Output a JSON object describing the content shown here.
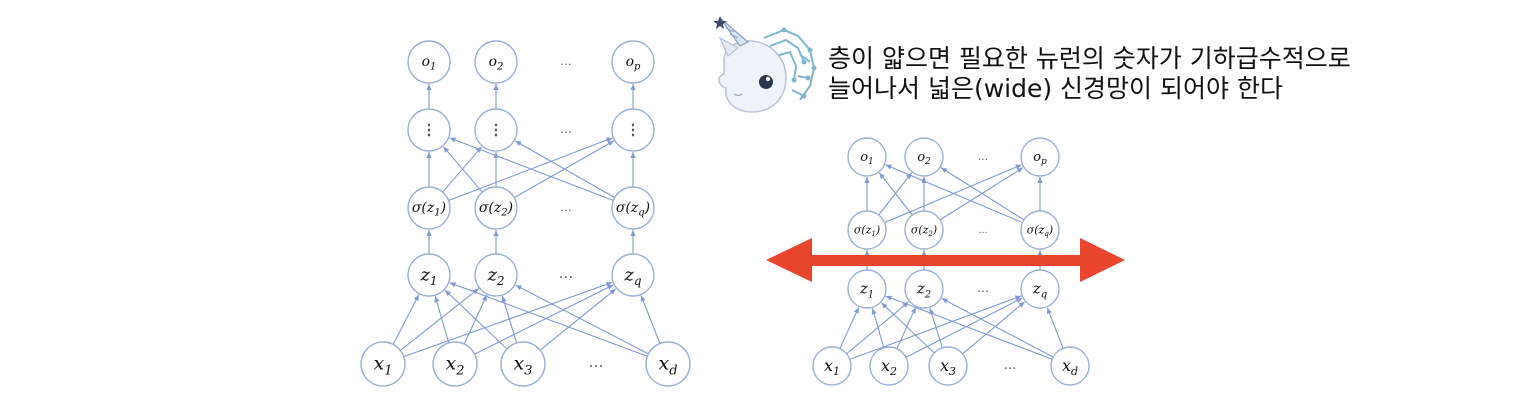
{
  "caption": {
    "line1": "층이 얇으면 필요한 뉴런의 숫자가 기하급수적으로",
    "line2": "늘어나서 넓은(wide) 신경망이 되어야 한다"
  },
  "left_network": {
    "output_row": [
      "o1",
      "o2",
      "…",
      "op"
    ],
    "vdots_row": [
      "⋮",
      "⋮",
      "…",
      "⋮"
    ],
    "activation_row": [
      "σ(z1)",
      "σ(z2)",
      "…",
      "σ(zq)"
    ],
    "hidden_row": [
      "z1",
      "z2",
      "…",
      "zq"
    ],
    "input_row": [
      "x1",
      "x2",
      "x3",
      "…",
      "xd"
    ]
  },
  "right_network": {
    "output_row": [
      "o1",
      "o2",
      "…",
      "op"
    ],
    "activation_row": [
      "σ(z1)",
      "σ(z2)",
      "…",
      "σ(zq)"
    ],
    "hidden_row": [
      "z1",
      "z2",
      "…",
      "zq"
    ],
    "input_row": [
      "x1",
      "x2",
      "x3",
      "…",
      "xd"
    ]
  },
  "colors": {
    "node_stroke": "#9bb0d8",
    "edge": "#7f9ad6",
    "arrow": "#e8452c",
    "mascot_body": "#eef2f9",
    "mascot_circuit": "#7fb6cf"
  },
  "icons": {
    "mascot": "unicorn-mascot-icon",
    "wide_arrow": "double-headed-arrow-icon"
  }
}
